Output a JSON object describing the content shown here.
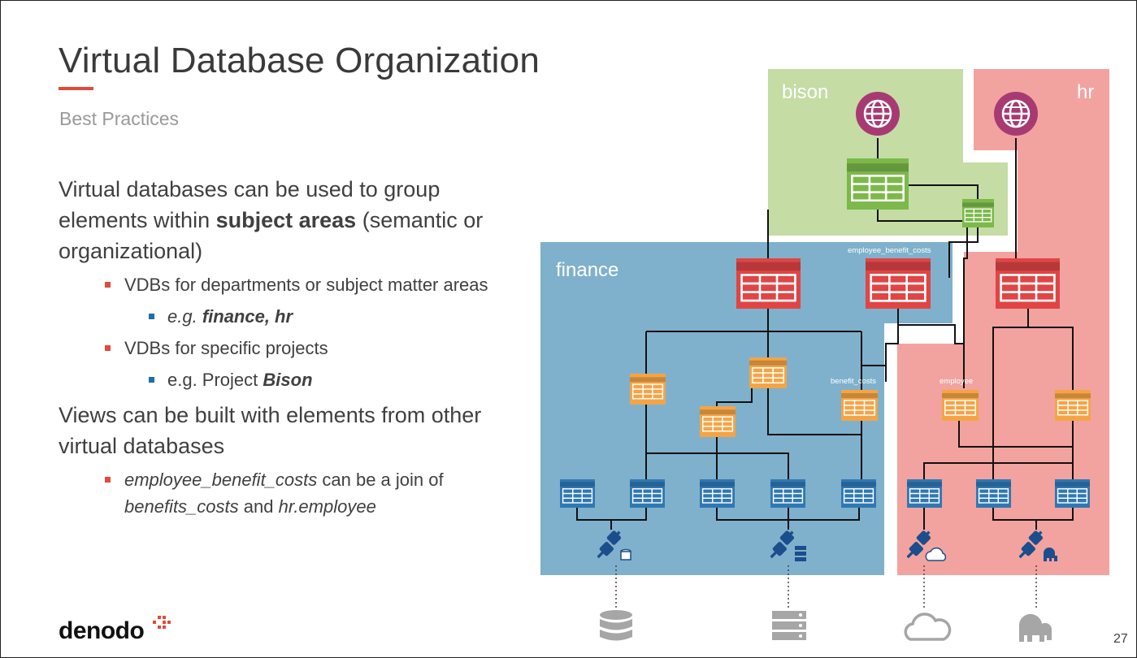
{
  "slide": {
    "title": "Virtual Database Organization",
    "subtitle": "Best Practices",
    "page_number": "27",
    "logo_text": "denodo"
  },
  "content": {
    "p1_prefix": "Virtual databases can be used to group elements within ",
    "p1_bold": "subject areas",
    "p1_suffix": " (semantic or organizational)",
    "b1a": "VDBs for departments or subject matter areas",
    "b2a_prefix": "e.g. ",
    "b2a_names": "finance, hr",
    "b1b": "VDBs for specific projects",
    "b2b_prefix": "e.g. Project ",
    "b2b_name": "Bison",
    "p2": "Views can be built with elements from other virtual databases",
    "b1c_view": "employee_benefit_costs",
    "b1c_mid": " can be a join of ",
    "b1c_src1": "benefits_costs",
    "b1c_and": " and ",
    "b1c_src2": "hr.employee"
  },
  "diagram": {
    "zones": {
      "bison": "bison",
      "hr": "hr",
      "finance": "finance"
    },
    "view_labels": {
      "employee_benefit_costs": "employee_benefit_costs",
      "benefit_costs": "benefit_costs",
      "employee": "employee"
    },
    "colors": {
      "bison_zone": "#c5dca5",
      "hr_zone": "#f2a39f",
      "finance_zone": "#7fb1cc",
      "web_service": "#a83a73",
      "bison_view": "#7cb94a",
      "final_view": "#e04545",
      "derived_view": "#f5a445",
      "base_view": "#2f78b3"
    },
    "source_icons": [
      "database-icon",
      "server-icon",
      "cloud-icon",
      "hadoop-elephant-icon"
    ]
  }
}
